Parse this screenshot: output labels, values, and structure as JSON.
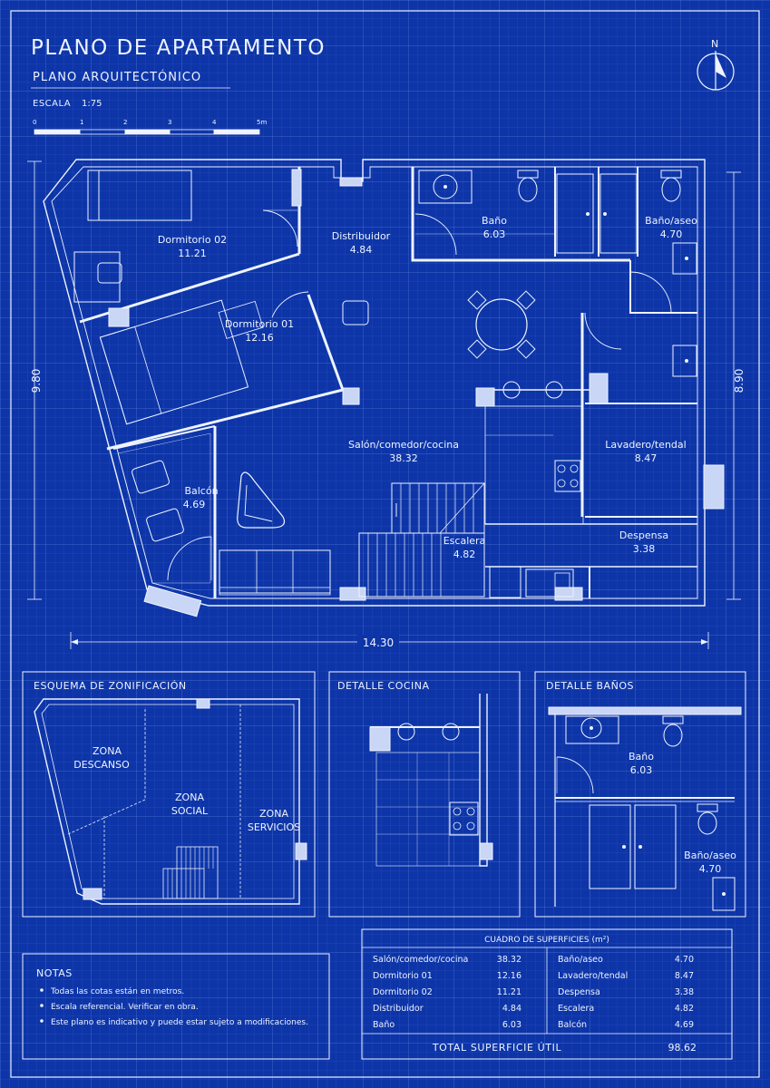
{
  "header": {
    "title": "PLANO DE APARTAMENTO",
    "subtitle": "PLANO ARQUITECTÓNICO",
    "scale_label": "ESCALA",
    "scale_value": "1:75"
  },
  "scale_bar": [
    "0",
    "1",
    "2",
    "3",
    "4",
    "5m"
  ],
  "north": "N",
  "dimensions": {
    "width": "14.30",
    "height_left": "9.80",
    "height_right": "8.90"
  },
  "rooms": [
    {
      "name": "Dormitorio 02",
      "area": "11.21"
    },
    {
      "name": "Distribuidor",
      "area": "4.84"
    },
    {
      "name": "Baño",
      "area": "6.03"
    },
    {
      "name": "Baño/aseo",
      "area": "4.70"
    },
    {
      "name": "Dormitorio 01",
      "area": "12.16"
    },
    {
      "name": "Salón/comedor/cocina",
      "area": "38.32"
    },
    {
      "name": "Lavadero/tendal",
      "area": "8.47"
    },
    {
      "name": "Balcón",
      "area": "4.69"
    },
    {
      "name": "Escalera",
      "area": "4.82"
    },
    {
      "name": "Despensa",
      "area": "3.38"
    }
  ],
  "panels": {
    "zoning": {
      "title": "ESQUEMA DE ZONIFICACIÓN",
      "z1a": "ZONA",
      "z1b": "DESCANSO",
      "z2a": "ZONA",
      "z2b": "SOCIAL",
      "z3a": "ZONA",
      "z3b": "SERVICIOS"
    },
    "kitchen": {
      "title": "DETALLE COCINA"
    },
    "baths": {
      "title": "DETALLE BAÑOS",
      "bano": "Baño",
      "bano_area": "6.03",
      "aseo": "Baño/aseo",
      "aseo_area": "4.70"
    }
  },
  "notes": {
    "title": "NOTAS",
    "items": [
      "Todas las cotas están en metros.",
      "Escala referencial. Verificar en obra.",
      "Este plano es indicativo y puede estar sujeto a modificaciones."
    ]
  },
  "areas_table": {
    "title": "CUADRO DE SUPERFICIES (m²)",
    "left": [
      [
        "Salón/comedor/cocina",
        "38.32"
      ],
      [
        "Dormitorio 01",
        "12.16"
      ],
      [
        "Dormitorio 02",
        "11.21"
      ],
      [
        "Distribuidor",
        "4.84"
      ],
      [
        "Baño",
        "6.03"
      ]
    ],
    "right": [
      [
        "Baño/aseo",
        "4.70"
      ],
      [
        "Lavadero/tendal",
        "8.47"
      ],
      [
        "Despensa",
        "3.38"
      ],
      [
        "Escalera",
        "4.82"
      ],
      [
        "Balcón",
        "4.69"
      ]
    ],
    "total_label": "TOTAL SUPERFICIE ÚTIL",
    "total_value": "98.62"
  }
}
